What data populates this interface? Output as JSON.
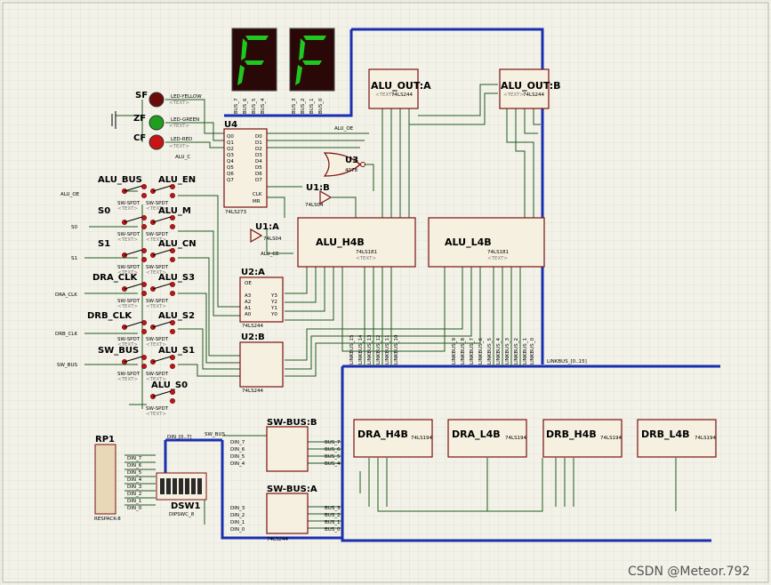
{
  "colors": {
    "background": "#f3f2e8",
    "bus": "#1a2fb0",
    "wire": "#1e5a1e",
    "chip_border": "#7a1010",
    "chip_fill": "#f6f0e0",
    "segment_on": "#1ec81e",
    "segment_bg": "#2a0808",
    "led_yellow": "#6a0a0a",
    "led_green": "#1ea01e",
    "led_red": "#c81414"
  },
  "display": {
    "digit1": "F",
    "digit2": "F",
    "pins1": [
      "BUS_7",
      "BUS_6",
      "BUS_5",
      "BUS_4"
    ],
    "pins2": [
      "BUS_3",
      "BUS_2",
      "BUS_1",
      "BUS_0"
    ]
  },
  "leds": [
    {
      "name": "SF",
      "type": "LED-YELLOW",
      "icon": "led-icon"
    },
    {
      "name": "ZF",
      "type": "LED-GREEN",
      "icon": "led-icon"
    },
    {
      "name": "CF",
      "type": "LED-RED",
      "icon": "led-icon"
    }
  ],
  "text_placeholder": "<TEXT>",
  "chips": {
    "u4": {
      "ref": "U4",
      "part": "74LS273",
      "left_pins": [
        "Q0",
        "Q1",
        "Q2",
        "Q3",
        "Q4",
        "Q5",
        "Q6",
        "Q7"
      ],
      "right_pins": [
        "D0",
        "D1",
        "D2",
        "D3",
        "D4",
        "D5",
        "D6",
        "D7"
      ],
      "clk": "CLK",
      "mr": "MR"
    },
    "u3": {
      "ref": "U3",
      "part": "4078"
    },
    "u1b": {
      "ref": "U1:B",
      "part": "74LS04"
    },
    "u1a": {
      "ref": "U1:A",
      "part": "74LS04"
    },
    "alu_out_a": {
      "ref": "ALU_OUT:A",
      "part": "74LS244"
    },
    "alu_out_b": {
      "ref": "ALU_OUT:B",
      "part": "74LS244"
    },
    "alu_h4b": {
      "ref": "ALU_H4B",
      "part": "74LS181"
    },
    "alu_l4b": {
      "ref": "ALU_L4B",
      "part": "74LS181"
    },
    "u2a": {
      "ref": "U2:A",
      "part": "74LS244",
      "pins": [
        "OE",
        "A3",
        "A2",
        "A1",
        "A0"
      ],
      "out": [
        "Y3",
        "Y2",
        "Y1",
        "Y0"
      ]
    },
    "u2b": {
      "ref": "U2:B",
      "part": "74LS244"
    },
    "dra_h4b": {
      "ref": "DRA_H4B",
      "part": "74LS194"
    },
    "dra_l4b": {
      "ref": "DRA_L4B",
      "part": "74LS194"
    },
    "drb_h4b": {
      "ref": "DRB_H4B",
      "part": "74LS194"
    },
    "drb_l4b": {
      "ref": "DRB_L4B",
      "part": "74LS194"
    },
    "sw_bus_b": {
      "ref": "SW-BUS:B",
      "part": "74LS244",
      "left": [
        "DIN_7",
        "DIN_6",
        "DIN_5",
        "DIN_4"
      ],
      "right": [
        "BUS_7",
        "BUS_6",
        "BUS_5",
        "BUS_4"
      ]
    },
    "sw_bus_a": {
      "ref": "SW-BUS:A",
      "part": "74LS244",
      "left": [
        "DIN_3",
        "DIN_2",
        "DIN_1",
        "DIN_0"
      ],
      "right": [
        "BUS_3",
        "BUS_2",
        "BUS_1",
        "BUS_0"
      ]
    },
    "rp1": {
      "ref": "RP1",
      "part": "RESPACK-8",
      "pins": [
        "DIN_7",
        "DIN_6",
        "DIN_5",
        "DIN_4",
        "DIN_3",
        "DIN_2",
        "DIN_1",
        "DIN_0"
      ]
    },
    "dsw1": {
      "ref": "DSW1",
      "part": "DIPSWC_8"
    }
  },
  "switches": [
    {
      "name": "ALU_BUS",
      "part": "SW-SPDT"
    },
    {
      "name": "ALU_EN",
      "part": "SW-SPDT"
    },
    {
      "name": "S0",
      "part": "SW-SPDT"
    },
    {
      "name": "ALU_M",
      "part": "SW-SPDT"
    },
    {
      "name": "S1",
      "part": "SW-SPDT"
    },
    {
      "name": "ALU_CN",
      "part": "SW-SPDT"
    },
    {
      "name": "DRA_CLK",
      "part": "SW-SPDT"
    },
    {
      "name": "ALU_S3",
      "part": "SW-SPDT"
    },
    {
      "name": "DRB_CLK",
      "part": "SW-SPDT"
    },
    {
      "name": "ALU_S2",
      "part": "SW-SPDT"
    },
    {
      "name": "SW_BUS",
      "part": "SW-SPDT"
    },
    {
      "name": "ALU_S1",
      "part": "SW-SPDT"
    },
    {
      "name": "ALU_S0",
      "part": "SW-SPDT"
    }
  ],
  "net_labels": {
    "alu_oe": "ALU_OE",
    "s0": "S0",
    "s1": "S1",
    "dra_clk": "DRA_CLK",
    "drb_clk": "DRB_CLK",
    "sw_bus": "SW_BUS",
    "alu_c": "ALU_C",
    "alu_ce": "ALU_CE",
    "din_bus": "DIN_[0..7]",
    "linkbus": "LINKBUS_[0..15]"
  },
  "linkbus_labels": [
    "LINKBUS_15",
    "LINKBUS_14",
    "LINKBUS_13",
    "LINKBUS_12",
    "LINKBUS_11",
    "LINKBUS_10",
    "LINKBUS_9",
    "LINKBUS_8",
    "LINKBUS_7",
    "LINKBUS_6",
    "LINKBUS_5",
    "LINKBUS_4",
    "LINKBUS_3",
    "LINKBUS_2",
    "LINKBUS_1",
    "LINKBUS_0"
  ],
  "watermark": "CSDN @Meteor.792"
}
